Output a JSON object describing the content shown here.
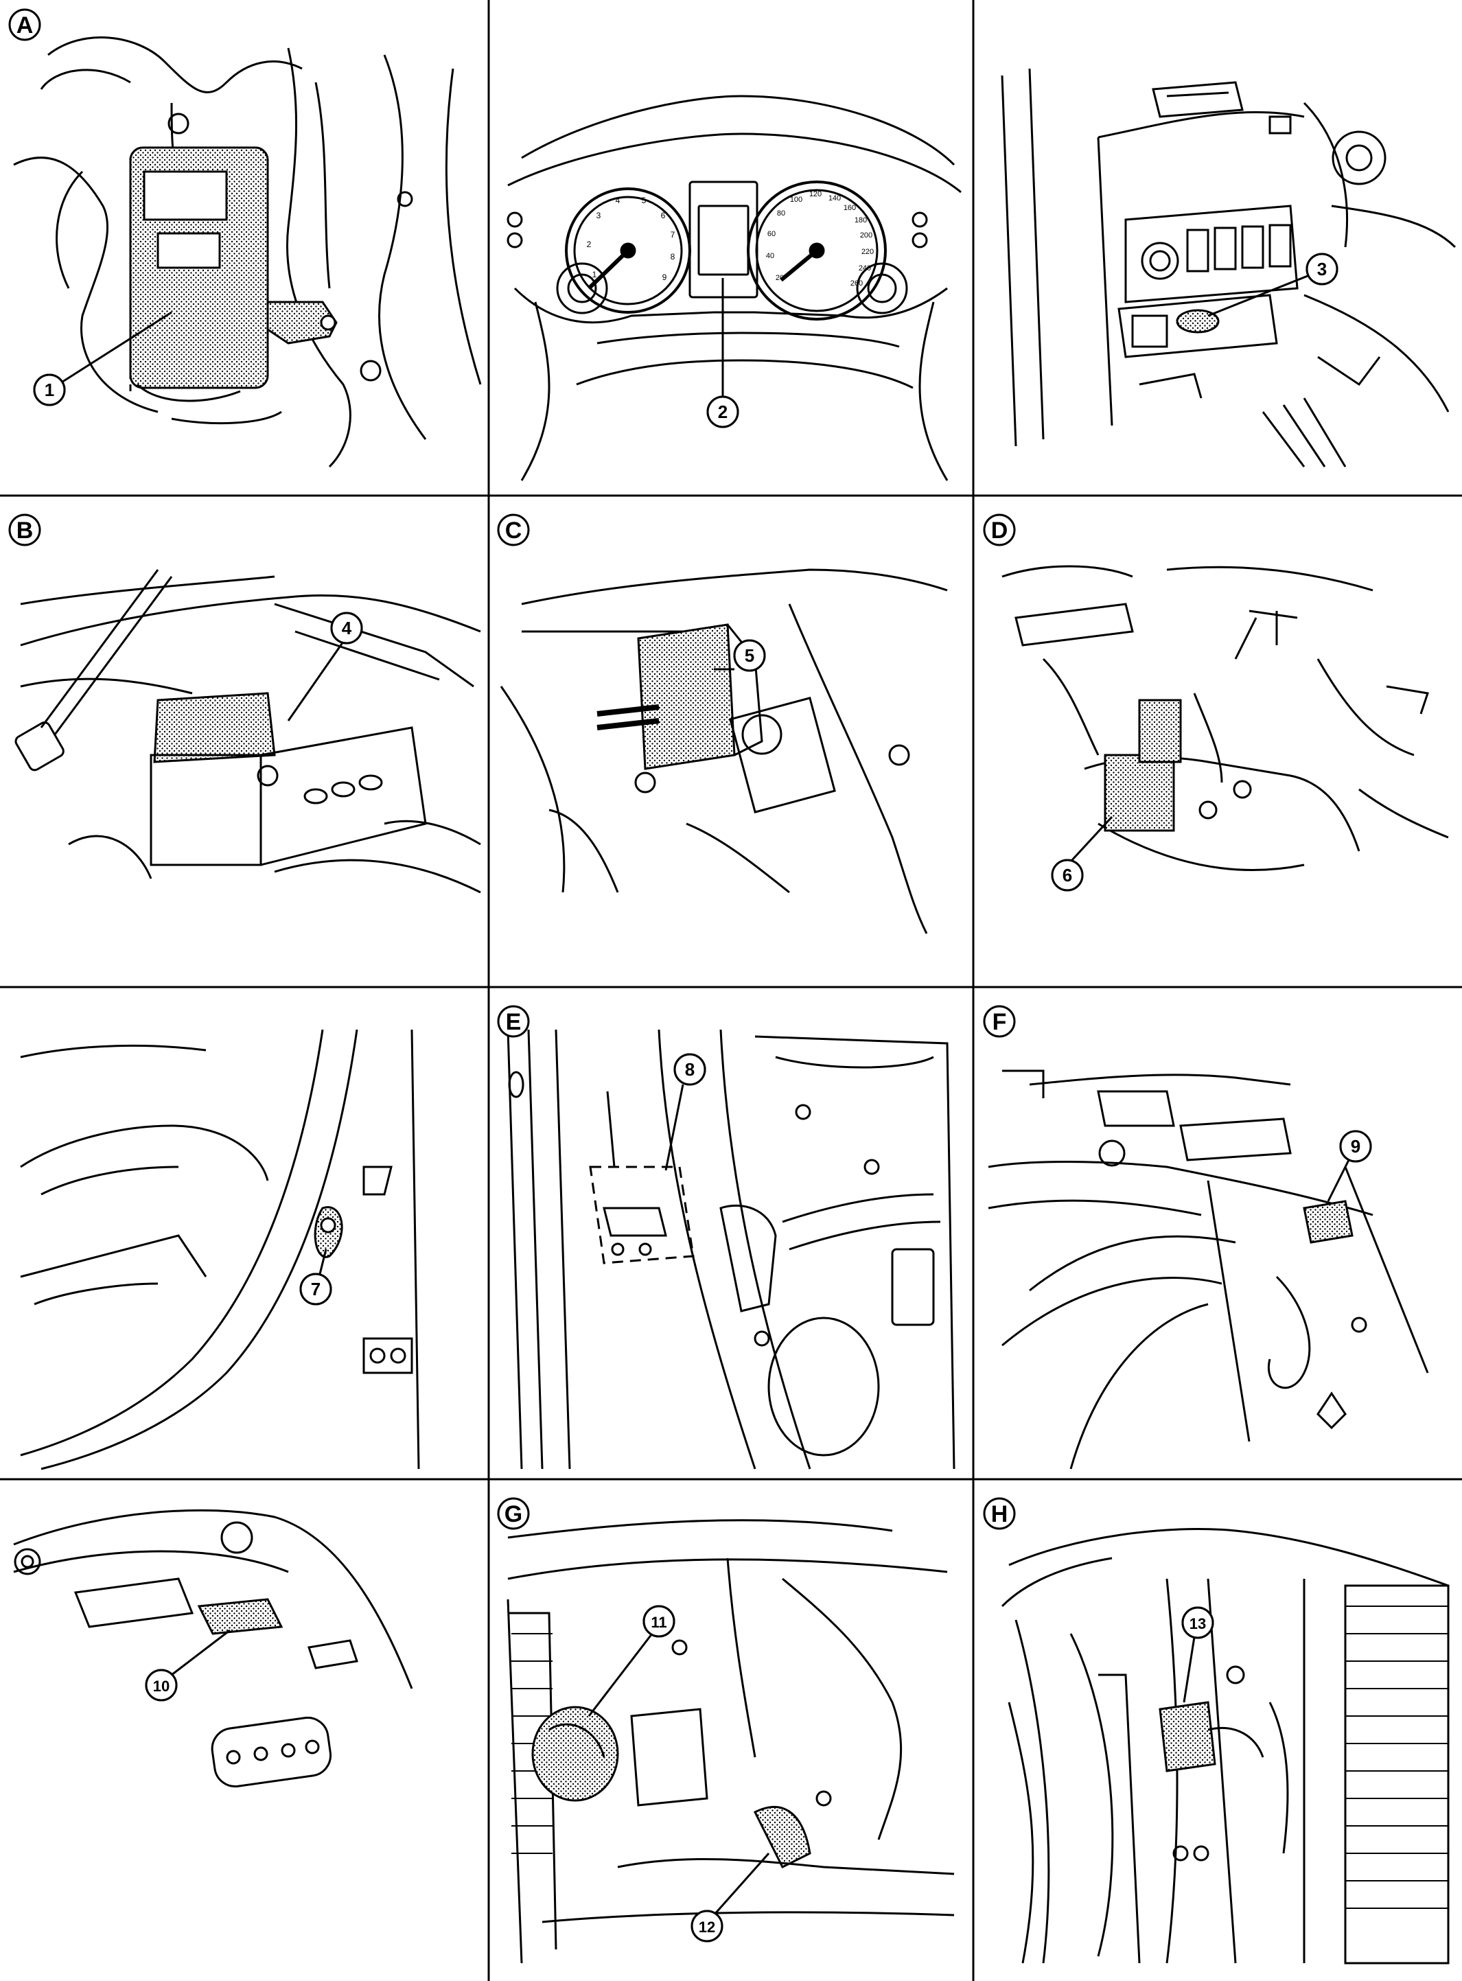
{
  "panel_letters": {
    "A": "A",
    "B": "B",
    "C": "C",
    "D": "D",
    "E": "E",
    "F": "F",
    "G": "G",
    "H": "H"
  },
  "callouts": {
    "c1": "1",
    "c2": "2",
    "c3": "3",
    "c4": "4",
    "c5": "5",
    "c6": "6",
    "c7": "7",
    "c8": "8",
    "c9": "9",
    "c10": "10",
    "c11": "11",
    "c12": "12",
    "c13": "13"
  },
  "speedometer_ticks": [
    "20",
    "40",
    "60",
    "80",
    "100",
    "120",
    "140",
    "160",
    "180",
    "200",
    "220",
    "240",
    "260"
  ],
  "tachometer_ticks": [
    "1",
    "2",
    "3",
    "4",
    "5",
    "6",
    "7",
    "8",
    "9"
  ],
  "colors": {
    "line": "#000000",
    "background": "#ffffff",
    "stipple": "#000000"
  }
}
